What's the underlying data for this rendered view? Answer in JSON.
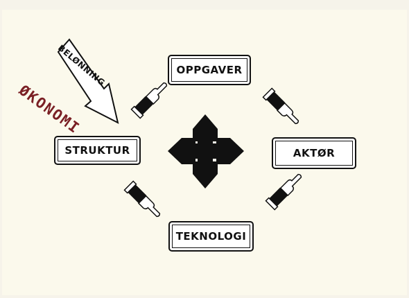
{
  "diagram": {
    "nodes": {
      "oppgaver": "OPPGAVER",
      "struktur": "STRUKTUR",
      "aktor": "AKTØR",
      "teknologi": "TEKNOLOGI"
    },
    "arrow_label": "BELØNNING",
    "side_label": "ØKONOMI",
    "colors": {
      "ink": "#111111",
      "accent": "#7a1f24",
      "paper": "#fbf9ec"
    }
  }
}
